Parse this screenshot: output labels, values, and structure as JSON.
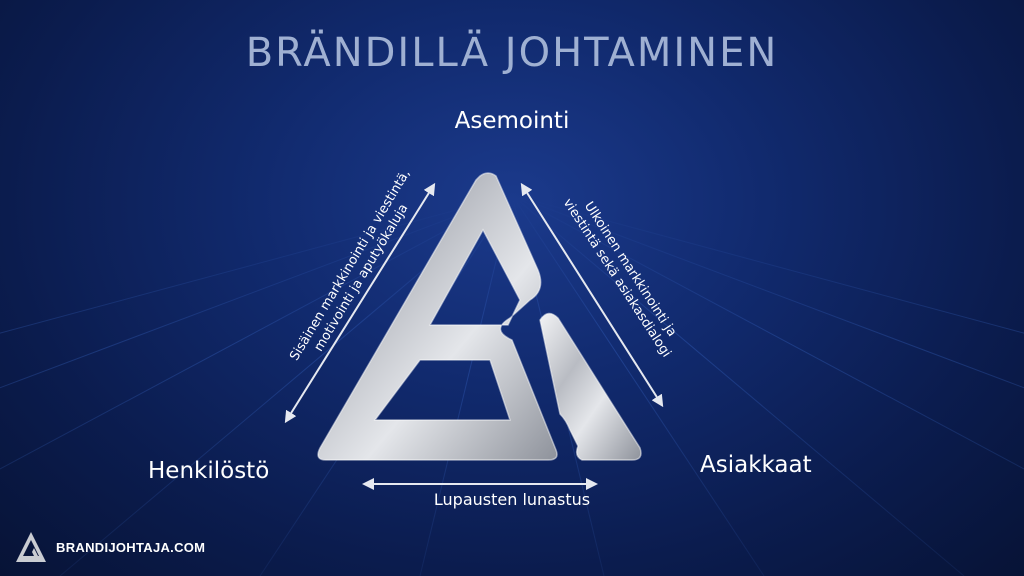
{
  "title": "BRÄNDILLÄ JOHTAMINEN",
  "vertices": {
    "top": "Asemointi",
    "left": "Henkilöstö",
    "right": "Asiakkaat"
  },
  "edges": {
    "left_line1": "Sisäinen markkinointi ja viestintä,",
    "left_line2": "motivointi ja aputyökaluja",
    "right_line1": "Ulkoinen markkinointi ja",
    "right_line2": "viestintä sekä asiakasdialogi",
    "bottom": "Lupausten lunastus"
  },
  "footer": {
    "logo_icon": "bj-logo-icon",
    "site": "BRANDIJOHTAJA.COM"
  },
  "colors": {
    "background": "#0b1c4e",
    "title": "#9fb0d2",
    "logo_metal": "#c9ccd2"
  }
}
